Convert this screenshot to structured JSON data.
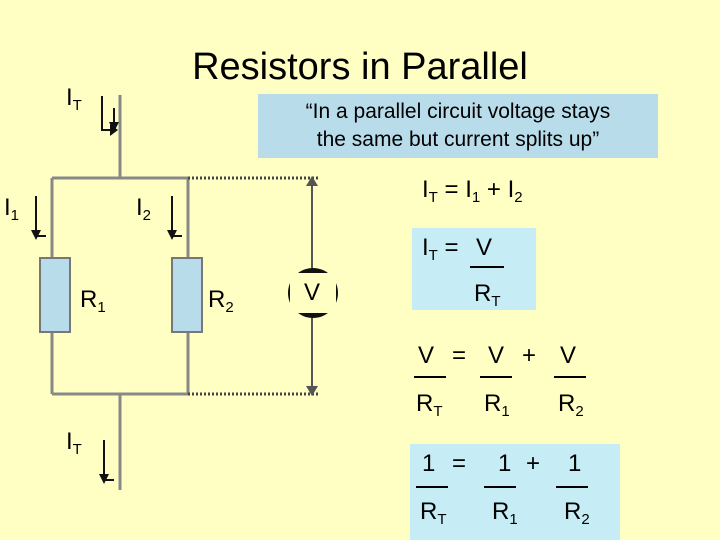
{
  "title": "Resistors in Parallel",
  "quote": {
    "line1": "“In a parallel circuit voltage stays",
    "line2": "the same but current splits up”"
  },
  "labels": {
    "it_top": {
      "main": "I",
      "sub": "T"
    },
    "i1": {
      "main": "I",
      "sub": "1"
    },
    "i2": {
      "main": "I",
      "sub": "2"
    },
    "r1": {
      "main": "R",
      "sub": "1"
    },
    "r2": {
      "main": "R",
      "sub": "2"
    },
    "voltmeter": "V",
    "it_bottom": {
      "main": "I",
      "sub": "T"
    }
  },
  "equations": {
    "eq1": {
      "a": "I",
      "a_sub": "T",
      "eq": "=",
      "b": "I",
      "b_sub": "1",
      "plus": "+",
      "c": "I",
      "c_sub": "2"
    },
    "eq2": {
      "num_a": "I",
      "num_a_sub": "T",
      "eq": "=",
      "num": "V",
      "den": "R",
      "den_sub": "T"
    },
    "eq3": {
      "v1": "V",
      "eq": "=",
      "v2": "V",
      "plus": "+",
      "v3": "V",
      "d1": "R",
      "d1_sub": "T",
      "d2": "R",
      "d2_sub": "1",
      "d3": "R",
      "d3_sub": "2"
    },
    "eq4": {
      "n1": "1",
      "eq": "=",
      "n2": "1",
      "plus": "+",
      "n3": "1",
      "d1": "R",
      "d1_sub": "T",
      "d2": "R",
      "d2_sub": "1",
      "d3": "R",
      "d3_sub": "2"
    }
  }
}
